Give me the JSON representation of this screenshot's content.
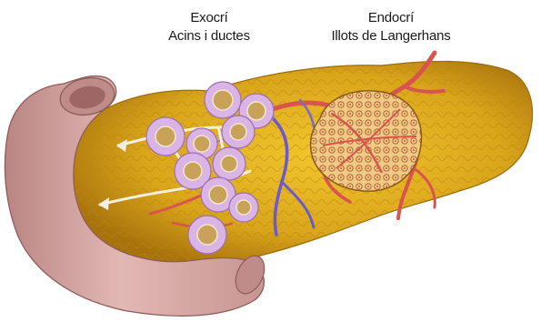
{
  "labels": {
    "exocrine": {
      "title": "Exocrí",
      "subtitle": "Acins i ductes"
    },
    "endocrine": {
      "title": "Endocrí",
      "subtitle": "Illots de Langerhans"
    }
  },
  "colors": {
    "pancreas": "#d9a51a",
    "pancreas_dark": "#b07a10",
    "duodenum": "#d9a9a6",
    "duodenum_dark": "#a86e6e",
    "acinus_ring": "#d9b4e4",
    "acinus_center": "#c9a25a",
    "islet": "#e8c277",
    "artery": "#d9534f",
    "vein": "#6a5acd"
  }
}
